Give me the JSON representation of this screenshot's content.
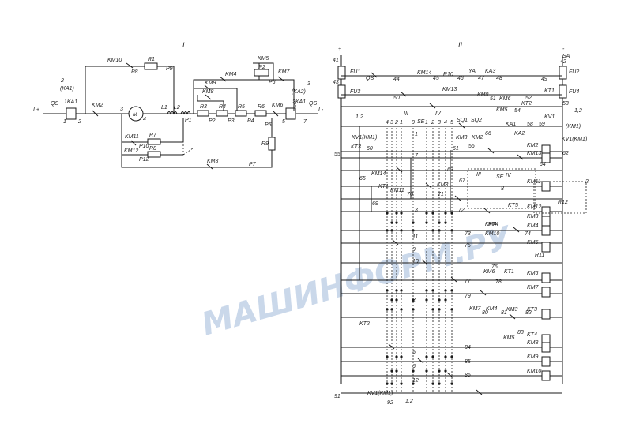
{
  "section_labels": {
    "power": "I",
    "control": "II"
  },
  "watermark": "МАШИНФОРМ.РУ",
  "rails": {
    "plus": "+",
    "minus": "-"
  },
  "power_circuit": {
    "terminal_left": "L+",
    "terminal_right": "L-",
    "qs_left": "QS",
    "qs_right": "QS",
    "ka_left": [
      "2",
      "(KA1)",
      "1KA1"
    ],
    "ka_right": [
      "3",
      "(KA2)",
      "2KA1"
    ],
    "motor": "M",
    "nodes": [
      "1",
      "2",
      "3",
      "4",
      "5",
      "6",
      "7"
    ],
    "components": [
      "KM10",
      "R1",
      "P8",
      "P9",
      "KM5",
      "KM7",
      "R2",
      "P6",
      "KM4",
      "KM9",
      "KM8",
      "R3",
      "R4",
      "R5",
      "R6",
      "P1",
      "P2",
      "P3",
      "P4",
      "KM2",
      "KM6",
      "L1",
      "L2",
      "KM11",
      "KM12",
      "R7",
      "R8",
      "P10",
      "P12",
      "P5",
      "R9",
      "KM3",
      "P7"
    ]
  },
  "control_circuit": {
    "fuses": [
      "FU1",
      "FU2",
      "FU3",
      "FU4"
    ],
    "switch": "SA",
    "wires_left": [
      "41",
      "43",
      "55",
      "91"
    ],
    "wires_right": [
      "42",
      "53",
      "62"
    ],
    "wires_mid": [
      "44",
      "45",
      "46",
      "47",
      "48",
      "49",
      "50",
      "51",
      "52",
      "54",
      "56",
      "58",
      "59",
      "60",
      "61",
      "63",
      "64",
      "65",
      "66",
      "67",
      "69",
      "70",
      "71",
      "72",
      "73",
      "74",
      "75",
      "76",
      "77",
      "78",
      "79",
      "80",
      "81",
      "82",
      "83",
      "84",
      "85",
      "86",
      "92"
    ],
    "coils_right": [
      "KM2",
      "KM13",
      "KM11",
      "KM12",
      "KM3",
      "KM4",
      "KM5",
      "KM6",
      "KM7",
      "KT3",
      "KT4",
      "KM8",
      "KM9",
      "KM10"
    ],
    "contacts": [
      "QS",
      "KM14",
      "KM13",
      "YA",
      "KA3",
      "KM8",
      "KM6",
      "KT2",
      "KM5",
      "KT1",
      "KV1",
      "KA1",
      "KA2",
      "SQ1",
      "SQ2",
      "KM3",
      "KM2",
      "KT3",
      "KM14",
      "KT1",
      "KM11",
      "KM3",
      "KM4",
      "KM7",
      "KT4",
      "KM10",
      "KT2",
      "KM6",
      "KT1",
      "KM4",
      "KM3",
      "KM5",
      "R10",
      "R11",
      "R12",
      "KT5"
    ],
    "kv_labels": [
      "KV1(KM1)",
      "KV1(KM1)",
      "(KM1)",
      "KV1(KM1)"
    ],
    "refs": [
      "1,2",
      "1,2",
      "1,2",
      "2"
    ],
    "controller_label": "SE",
    "controller_ranges": [
      "III",
      "IV"
    ],
    "controller_positions": [
      "4",
      "3",
      "2",
      "1",
      "0",
      "1",
      "2",
      "3",
      "4",
      "5"
    ],
    "controller_rows": [
      "1",
      "7",
      "3",
      "11",
      "9",
      "10",
      "2",
      "5",
      "6",
      "12",
      "8"
    ]
  }
}
